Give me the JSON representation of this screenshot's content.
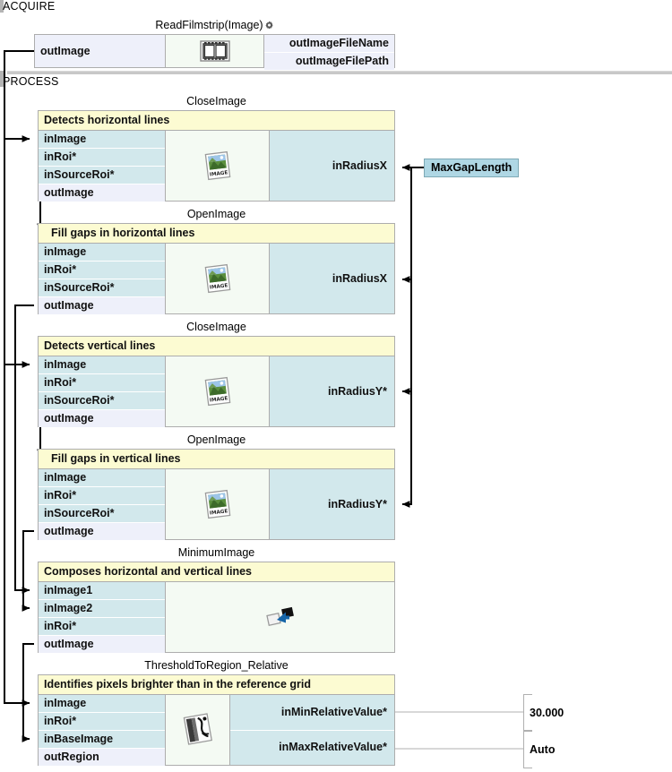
{
  "sections": [
    {
      "id": "acquire",
      "label": "ACQUIRE"
    },
    {
      "id": "process",
      "label": "PROCESS"
    }
  ],
  "blocks": [
    {
      "id": "read-filmstrip",
      "title": "ReadFilmstrip(Image)",
      "has_settings_gear": true,
      "comment": null,
      "icon": "filmstrip-icon",
      "inputs": [],
      "left_outputs": [
        "outImage"
      ],
      "right_outputs": [
        "outImageFileName",
        "outImageFilePath"
      ],
      "params": []
    },
    {
      "id": "close-image-horizontal",
      "title": "CloseImage",
      "has_settings_gear": false,
      "comment": "Detects horizontal lines",
      "icon": "image-icon",
      "inputs": [
        "inImage",
        "inRoi*",
        "inSourceRoi*"
      ],
      "left_outputs": [
        "outImage"
      ],
      "right_outputs": [],
      "params": [
        "inRadiusX"
      ]
    },
    {
      "id": "open-image-horizontal",
      "title": "OpenImage",
      "has_settings_gear": false,
      "comment": "Fill gaps in horizontal lines",
      "icon": "image-icon",
      "inputs": [
        "inImage",
        "inRoi*",
        "inSourceRoi*"
      ],
      "left_outputs": [
        "outImage"
      ],
      "right_outputs": [],
      "params": [
        "inRadiusX"
      ]
    },
    {
      "id": "close-image-vertical",
      "title": "CloseImage",
      "has_settings_gear": false,
      "comment": "Detects vertical lines",
      "icon": "image-icon",
      "inputs": [
        "inImage",
        "inRoi*",
        "inSourceRoi*"
      ],
      "left_outputs": [
        "outImage"
      ],
      "right_outputs": [],
      "params": [
        "inRadiusY*"
      ]
    },
    {
      "id": "open-image-vertical",
      "title": "OpenImage",
      "has_settings_gear": false,
      "comment": "Fill gaps in vertical lines",
      "icon": "image-icon",
      "inputs": [
        "inImage",
        "inRoi*",
        "inSourceRoi*"
      ],
      "left_outputs": [
        "outImage"
      ],
      "right_outputs": [],
      "params": [
        "inRadiusY*"
      ]
    },
    {
      "id": "minimum-image",
      "title": "MinimumImage",
      "has_settings_gear": false,
      "comment": "Composes horizontal and vertical lines",
      "icon": "compose-icon",
      "inputs": [
        "inImage1",
        "inImage2",
        "inRoi*"
      ],
      "left_outputs": [
        "outImage"
      ],
      "right_outputs": [],
      "params": []
    },
    {
      "id": "threshold-to-region-relative",
      "title": "ThresholdToRegion_Relative",
      "has_settings_gear": false,
      "comment": "Identifies pixels brighter than in the reference grid",
      "icon": "threshold-icon",
      "inputs": [
        "inImage",
        "inRoi*",
        "inBaseImage"
      ],
      "left_outputs": [
        "outRegion"
      ],
      "right_outputs": [],
      "params": [
        "inMinRelativeValue*",
        "inMaxRelativeValue*"
      ]
    }
  ],
  "global_params": [
    {
      "id": "max-gap-length",
      "label": "MaxGapLength"
    }
  ],
  "literals": [
    {
      "id": "min-relative-value",
      "value": "30.000"
    },
    {
      "id": "max-relative-value",
      "value": "Auto"
    }
  ],
  "colors": {
    "input_port": "#d2e8ec",
    "output_port": "#eef0fa",
    "comment_band": "#fcfbd2",
    "global_param": "#afd7e4",
    "block_border": "#adadad",
    "wire": "#000000",
    "bracket": "#b0b0b0",
    "section_rule": "#c8c8c8"
  }
}
